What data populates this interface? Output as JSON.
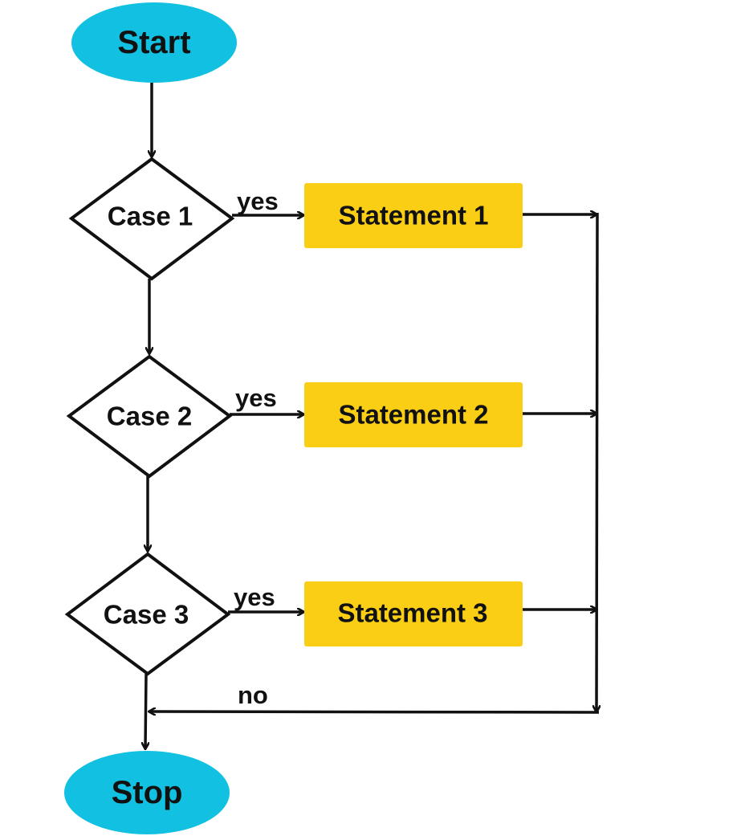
{
  "flowchart": {
    "start": {
      "label": "Start"
    },
    "stop": {
      "label": "Stop"
    },
    "cases": [
      {
        "label": "Case 1",
        "edge_label": "yes",
        "statement": "Statement 1"
      },
      {
        "label": "Case 2",
        "edge_label": "yes",
        "statement": "Statement 2"
      },
      {
        "label": "Case 3",
        "edge_label": "yes",
        "statement": "Statement 3"
      }
    ],
    "default_edge_label": "no"
  },
  "colors": {
    "terminal_fill": "#12C1E2",
    "statement_fill": "#F9CE15",
    "line": "#111111",
    "decision_fill": "#FFFFFF"
  }
}
